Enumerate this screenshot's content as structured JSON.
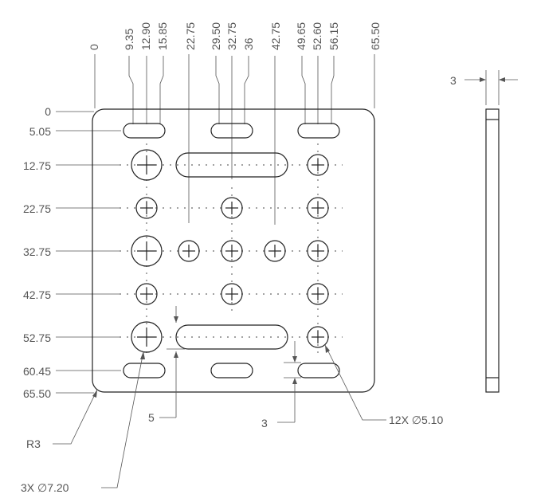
{
  "horizontal_dims": [
    "0",
    "9.35",
    "12.90",
    "15.85",
    "22.75",
    "29.50",
    "32.75",
    "36",
    "42.75",
    "49.65",
    "52.60",
    "56.15",
    "65.50"
  ],
  "vertical_dims": [
    "0",
    "5.05",
    "12.75",
    "22.75",
    "32.75",
    "42.75",
    "52.75",
    "60.45",
    "65.50"
  ],
  "side_thickness": "3",
  "callouts": {
    "slot_offset": "5",
    "slot_gap": "3",
    "hole_small": "12X ∅5.10",
    "hole_large": "3X ∅7.20",
    "corner_radius": "R3"
  },
  "colors": {
    "line": "#555555",
    "part": "#222222",
    "background": "#ffffff"
  }
}
